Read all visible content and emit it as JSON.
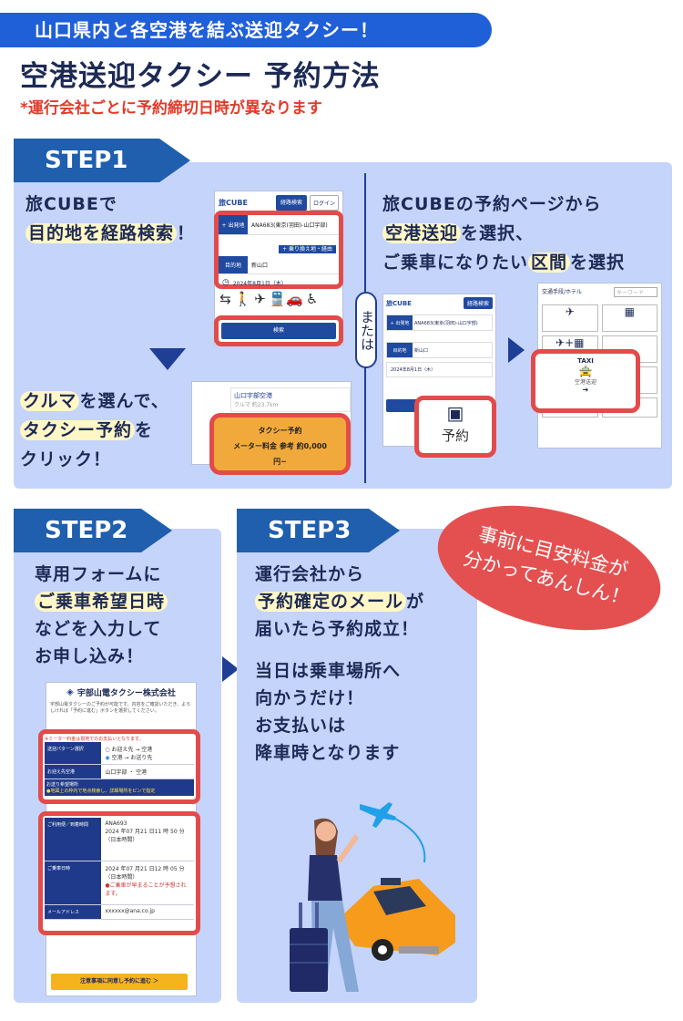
{
  "header": {
    "band_text": "山口県内と各空港を結ぶ送迎タクシー！",
    "title": "空港送迎タクシー 予約方法",
    "note": "*運行会社ごとに予約締切日時が異なります"
  },
  "step1": {
    "tab": "STEP1",
    "left_line1": "旅CUBEで",
    "left_line2_hl": "目的地を経路検索",
    "left_line2_rest": "！",
    "click_line1_hl": "クルマ",
    "click_line1_rest": "を選んで、",
    "click_line2_hl": "タクシー予約",
    "click_line2_rest": "を",
    "click_line3": "クリック！",
    "right_line1": "旅CUBEの予約ページから",
    "right_line2_hl": "空港送迎",
    "right_line2_rest": "を選択、",
    "right_line3_a": "ご乗車になりたい",
    "right_line3_hl": "区間",
    "right_line3_b": "を選択",
    "or_label": "または",
    "app": {
      "logo": "旅CUBE",
      "top_btn": "経路検索",
      "login": "ログイン",
      "from_label": "+ 出発地",
      "from_value": "ANA683(東京(羽田)-山口宇部)",
      "via_btn": "+ 乗り換え地・経由",
      "to_label": "目的地",
      "to_value": "新山口",
      "date": "2024年8月1日（木）",
      "modes": [
        "経路検索",
        "徒歩",
        "航空",
        "鉄道",
        "クルマ",
        "バリアフリー"
      ],
      "search_btn": "検索"
    },
    "result": {
      "dest": "山口宇部空港",
      "dist": "クルマ 約23.7km",
      "taxi_title": "タクシー予約",
      "taxi_fare": "メーター料金 参考 約0,000",
      "taxi_unit": "円~"
    },
    "reserve_icon_label": "予約",
    "menu": {
      "title": "交通手段/ホテル",
      "search_placeholder": "キーワード",
      "taxi_word": "TAXI",
      "taxi_label": "空港送迎"
    }
  },
  "step2": {
    "tab": "STEP2",
    "line1": "専用フォームに",
    "line2_hl": "ご乗車希望日時",
    "line3": "などを入力して",
    "line4": "お申し込み！",
    "form": {
      "company": "宇部山電タクシー株式会社",
      "intro": "宇部山電タクシーのご予約が可能です。内容をご確認いただき、よろしければ「予約に進む」ボタンを選択してください。",
      "notice": "※ミーター料金は現地でのお支払いとなります。",
      "route_label": "送迎パターン選択",
      "opt1": "お迎え先 → 空港",
      "opt2": "空港 → お送り先",
      "pickup_label": "お迎え先空港",
      "pickup_value": "山口宇部 ・ 空港",
      "dropoff_label": "お送り希望場所",
      "dropoff_note": "●地図上の枠内で地点検索し、詳細場所をピンで指定",
      "flight_label": "ご利用便／到着時間",
      "flight_value": "ANA693",
      "arrival": "2024 年07 月21 日11 時 50 分（日本時間）",
      "board_label": "ご乗車日時",
      "board_value": "2024 年07 月21 日12 時 05 分（日本時間）",
      "board_note": "●ご乗車が早まることが予想されます。",
      "mail_label": "メールアドレス",
      "mail_value": "xxxxxx@ana.co.jp",
      "submit": "注意事項に同意し予約に進む ＞"
    }
  },
  "step3": {
    "tab": "STEP3",
    "line1": "運行会社から",
    "line2_hl": "予約確定のメール",
    "line2_rest": "が",
    "line3": "届いたら予約成立！",
    "line4": "当日は乗車場所へ",
    "line5": "向かうだけ！",
    "line6": "お支払いは",
    "line7": "降車時となります"
  },
  "badge": {
    "line1": "事前に目安料金が",
    "line2": "分かってあんしん！"
  }
}
